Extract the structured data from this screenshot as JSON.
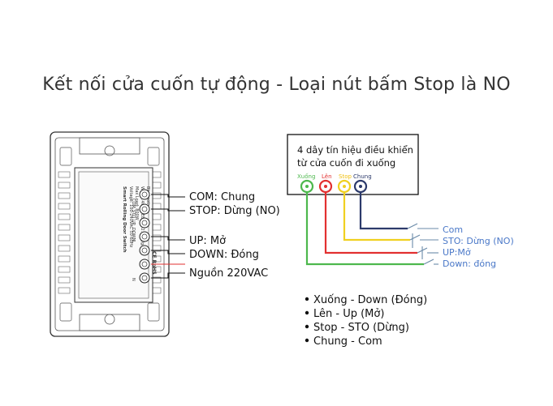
{
  "title": "Kết nối cửa cuốn tự động - Loại nút bấm Stop là NO",
  "device": {
    "terminal_labels": [
      "COM",
      "STO",
      "UP",
      "DOWN",
      "L",
      "N"
    ],
    "side_labels": {
      "com": "COM: Chung",
      "stop": "STOP: Dừng (NO)",
      "up": "UP: Mở",
      "down": "DOWN: Đóng",
      "power": "Nguồn 220VAC"
    },
    "product_name": "Smart Rolling Door Switch",
    "specs": [
      "Voltage: 100-240VAC 50-60Hz",
      "Max Load: 800W",
      "Wifi: 2.4GHz IEEE 802.11 b/g/n",
      "Bluetooth"
    ],
    "marks": "CE RoHS"
  },
  "controller": {
    "box_text_line1": "4 dây tín hiệu điều khiển",
    "box_text_line2": "từ cửa cuốn đi xuống",
    "wires": [
      {
        "label": "Xuống",
        "color": "#4db84d"
      },
      {
        "label": "Lên",
        "color": "#e23030"
      },
      {
        "label": "Stop",
        "color": "#f0d020"
      },
      {
        "label": "Chung",
        "color": "#2c3a6b"
      }
    ],
    "right_labels": [
      "Com",
      "STO: Dừng (NO)",
      "UP:Mở",
      "Down: đóng"
    ]
  },
  "legend": [
    "Xuống - Down (Đóng)",
    "Lên - Up (Mở)",
    "Stop - STO (Dừng)",
    "Chung - Com"
  ]
}
